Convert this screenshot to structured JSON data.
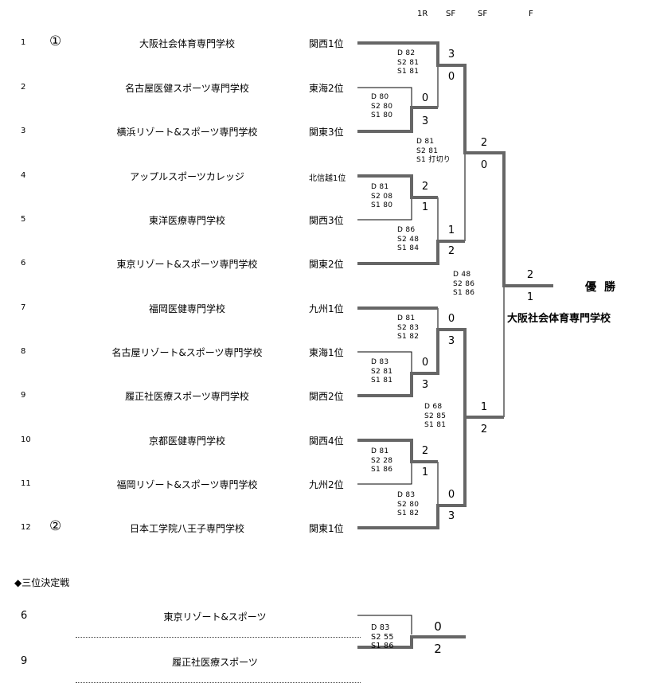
{
  "header": {
    "rounds": [
      "1R",
      "SF",
      "SF",
      "F"
    ]
  },
  "teams": [
    {
      "no": "1",
      "seed": "①",
      "name": "大阪社会体育専門学校",
      "qualifier": "関西1位"
    },
    {
      "no": "2",
      "seed": "",
      "name": "名古屋医健スポーツ専門学校",
      "qualifier": "東海2位"
    },
    {
      "no": "3",
      "seed": "",
      "name": "横浜リゾート&スポーツ専門学校",
      "qualifier": "関東3位"
    },
    {
      "no": "4",
      "seed": "",
      "name": "アップルスポーツカレッジ",
      "qualifier": "北信越1位"
    },
    {
      "no": "5",
      "seed": "",
      "name": "東洋医療専門学校",
      "qualifier": "関西3位"
    },
    {
      "no": "6",
      "seed": "",
      "name": "東京リゾート&スポーツ専門学校",
      "qualifier": "関東2位"
    },
    {
      "no": "7",
      "seed": "",
      "name": "福岡医健専門学校",
      "qualifier": "九州1位"
    },
    {
      "no": "8",
      "seed": "",
      "name": "名古屋リゾート&スポーツ専門学校",
      "qualifier": "東海1位"
    },
    {
      "no": "9",
      "seed": "",
      "name": "履正社医療スポーツ専門学校",
      "qualifier": "関西2位"
    },
    {
      "no": "10",
      "seed": "",
      "name": "京都医健専門学校",
      "qualifier": "関西4位"
    },
    {
      "no": "11",
      "seed": "",
      "name": "福岡リゾート&スポーツ専門学校",
      "qualifier": "九州2位"
    },
    {
      "no": "12",
      "seed": "②",
      "name": "日本工学院八王子専門学校",
      "qualifier": "関東1位"
    }
  ],
  "matches": [
    {
      "id": "r1-a",
      "round": "1R",
      "top_score": "0",
      "bottom_score": "3",
      "detail": [
        "D  80",
        "S2  80",
        "S1  80"
      ]
    },
    {
      "id": "r1-b",
      "round": "1R",
      "top_score": "2",
      "bottom_score": "1",
      "detail": [
        "D  81",
        "S2  08",
        "S1  80"
      ]
    },
    {
      "id": "r1-c",
      "round": "1R",
      "top_score": "0",
      "bottom_score": "3",
      "detail": [
        "D  83",
        "S2  81",
        "S1  81"
      ]
    },
    {
      "id": "r1-d",
      "round": "1R",
      "top_score": "2",
      "bottom_score": "1",
      "detail": [
        "D  81",
        "S2  28",
        "S1  86"
      ]
    },
    {
      "id": "sf1-a",
      "round": "SF",
      "top_score": "3",
      "bottom_score": "0",
      "detail": [
        "D  82",
        "S2  81",
        "S1  81"
      ]
    },
    {
      "id": "sf1-b",
      "round": "SF",
      "top_score": "1",
      "bottom_score": "2",
      "detail": [
        "D  86",
        "S2  48",
        "S1  84"
      ]
    },
    {
      "id": "sf1-c",
      "round": "SF",
      "top_score": "0",
      "bottom_score": "3",
      "detail": [
        "D  81",
        "S2  83",
        "S1  82"
      ]
    },
    {
      "id": "sf1-d",
      "round": "SF",
      "top_score": "0",
      "bottom_score": "3",
      "detail": [
        "D  83",
        "S2  80",
        "S1  82"
      ]
    },
    {
      "id": "sf2-a",
      "round": "SF",
      "top_score": "2",
      "bottom_score": "0",
      "detail": [
        "D  81",
        "S2  81",
        "S1  打切り"
      ]
    },
    {
      "id": "sf2-b",
      "round": "SF",
      "top_score": "1",
      "bottom_score": "2",
      "detail": [
        "D  68",
        "S2  85",
        "S1  81"
      ]
    },
    {
      "id": "final",
      "round": "F",
      "top_score": "2",
      "bottom_score": "1",
      "detail": [
        "D  48",
        "S2  86",
        "S1  86"
      ]
    }
  ],
  "champion": {
    "label": "優勝",
    "name": "大阪社会体育専門学校"
  },
  "third_place": {
    "title": "◆三位決定戦",
    "teams": [
      {
        "no": "6",
        "name": "東京リゾート&スポーツ"
      },
      {
        "no": "9",
        "name": "履正社医療スポーツ"
      }
    ],
    "top_score": "0",
    "bottom_score": "2",
    "detail": [
      "D  83",
      "S2  55",
      "S1  86"
    ]
  },
  "colors": {
    "winner_line": "#666666",
    "loser_line": "#000000"
  }
}
